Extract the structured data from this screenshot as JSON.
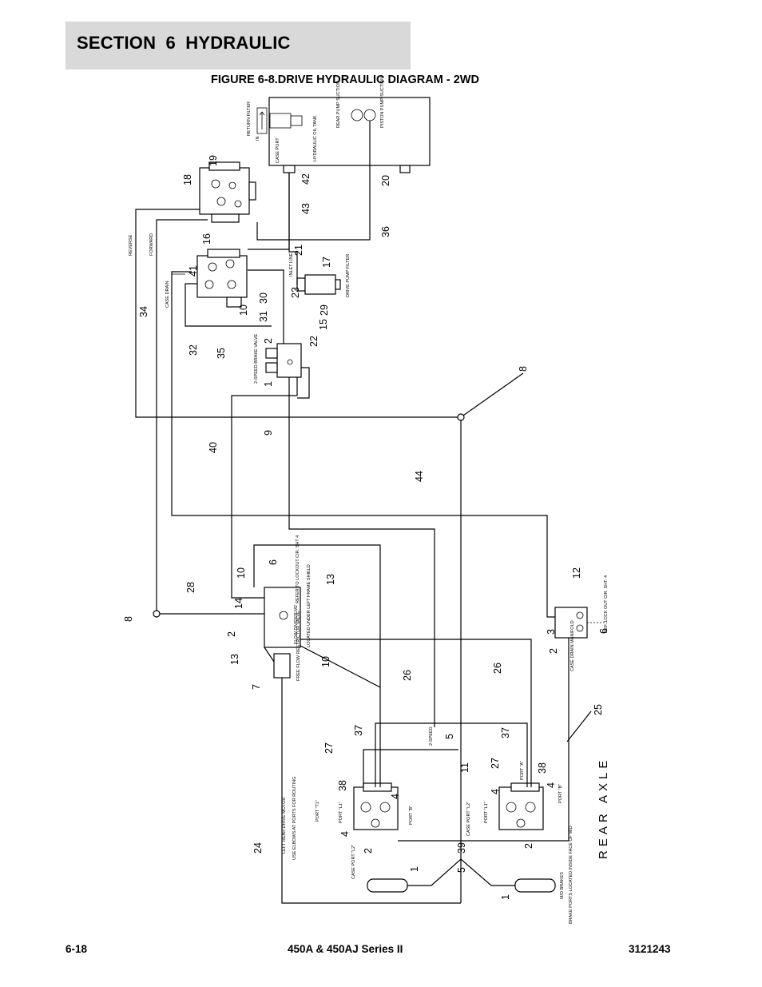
{
  "header": {
    "section_title": "SECTION 6   HYDRAULIC",
    "figure_title": "FIGURE 6-8.DRIVE HYDRAULIC DIAGRAM - 2WD"
  },
  "footer": {
    "page_number": "6-18",
    "model": "450A & 450AJ Series II",
    "doc_number": "3121243"
  },
  "diagram": {
    "component_labels": {
      "return_filter": "RETURN FILTER",
      "tank": "HYDRAULIC OIL TANK",
      "case_port": "CASE PORT",
      "in": "IN",
      "rear_pump_suction": "REAR PUMP SUCTION",
      "piston_pump_suction": "PISTON PUMP SUCTION",
      "reverse": "REVERSE",
      "forward": "FORWARD",
      "case_drain": "CASE DRAIN",
      "inlet_line": "INLET LINE",
      "drive_pump_filter": "DRIVE PUMP FILTER",
      "two_speed_brake_valve": "2-SPEED BRAKE VALVE",
      "flow_divider": "FLOW DIVIDER M2",
      "refer_lockout": "REFER TO LOCKOUT CIR. SHT 4",
      "located_under": "LOCATED UNDER LEFT FRAME SHIELD",
      "free_flow_restrictor": "FREE FLOW RESTRICTOR VALVE",
      "left_rear_drive_motor": "LEFT REAR DRIVE MOTOR",
      "use_elbows": "USE ELBOWS AT PORTS FOR ROUTING",
      "two_speed": "2-SPEED",
      "port_t1": "PORT \"T1\"",
      "port_l1": "PORT \"L1\"",
      "port_b": "PORT \"B\"",
      "port_a": "PORT \"A\"",
      "case_port_l2": "CASE PORT \"L2\"",
      "case_drain_manifold": "CASE DRAIN MANIFOLD",
      "ref_lock_out_cir": "REF. LOCK OUT CIR. SHT. 4",
      "mid_brakes": "M/D BRAKES",
      "brake_ports": "BRAKE PORTS LOCATED INSIDE FACE OF M/D",
      "rear_axle": "REAR AXLE"
    },
    "callouts": {
      "c1": "1",
      "c2": "2",
      "c3": "3",
      "c4": "4",
      "c5": "5",
      "c6": "6",
      "c7": "7",
      "c8": "8",
      "c9": "9",
      "c10": "10",
      "c11": "11",
      "c12": "12",
      "c13": "13",
      "c14": "14",
      "c15": "15",
      "c16": "16",
      "c17": "17",
      "c18": "18",
      "c19": "19",
      "c20": "20",
      "c21": "21",
      "c22": "22",
      "c23": "23",
      "c24": "24",
      "c25": "25",
      "c26": "26",
      "c27": "27",
      "c28": "28",
      "c29": "29",
      "c30": "30",
      "c31": "31",
      "c32": "32",
      "c34": "34",
      "c35": "35",
      "c36": "36",
      "c37": "37",
      "c38": "38",
      "c39": "39",
      "c40": "40",
      "c41": "41",
      "c42": "42",
      "c43": "43",
      "c44": "44"
    }
  }
}
